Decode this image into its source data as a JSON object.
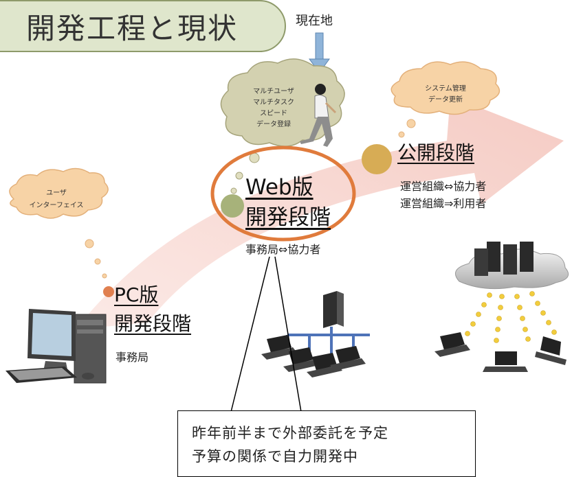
{
  "title": "開発工程と現状",
  "current_position": "現在地",
  "phases": {
    "pc": {
      "title_line1": "PC版",
      "title_line2": "開発段階",
      "actors": "事務局"
    },
    "web": {
      "title_line1": "Web版",
      "title_line2": "開発段階",
      "actors": "事務局⇔協力者"
    },
    "public": {
      "title": "公開段階",
      "actors_line1": "運営組織⇔協力者",
      "actors_line2": "運営組織⇒利用者"
    }
  },
  "thought_bubbles": {
    "pc": [
      "ユーザ",
      "インターフェイス"
    ],
    "web": [
      "マルチユーザ",
      "マルチタスク",
      "スピード",
      "データ登録"
    ],
    "public": [
      "システム管理",
      "データ更新"
    ]
  },
  "callout": {
    "line1": "昨年前半まで外部委託を予定",
    "line2": "予算の関係で自力開発中"
  },
  "colors": {
    "title_bg": "#dfe6cc",
    "arrow": "#f4c7c0",
    "highlight_ellipse": "#e07b3c",
    "current_arrow": "#8fb4d9",
    "pc_dot": "#e08050",
    "web_dot": "#a7b27a",
    "public_dot": "#d7ac55"
  },
  "icons": [
    "desktop-pc-icon",
    "lan-network-icon",
    "cloud-server-icon",
    "walking-person-icon"
  ]
}
